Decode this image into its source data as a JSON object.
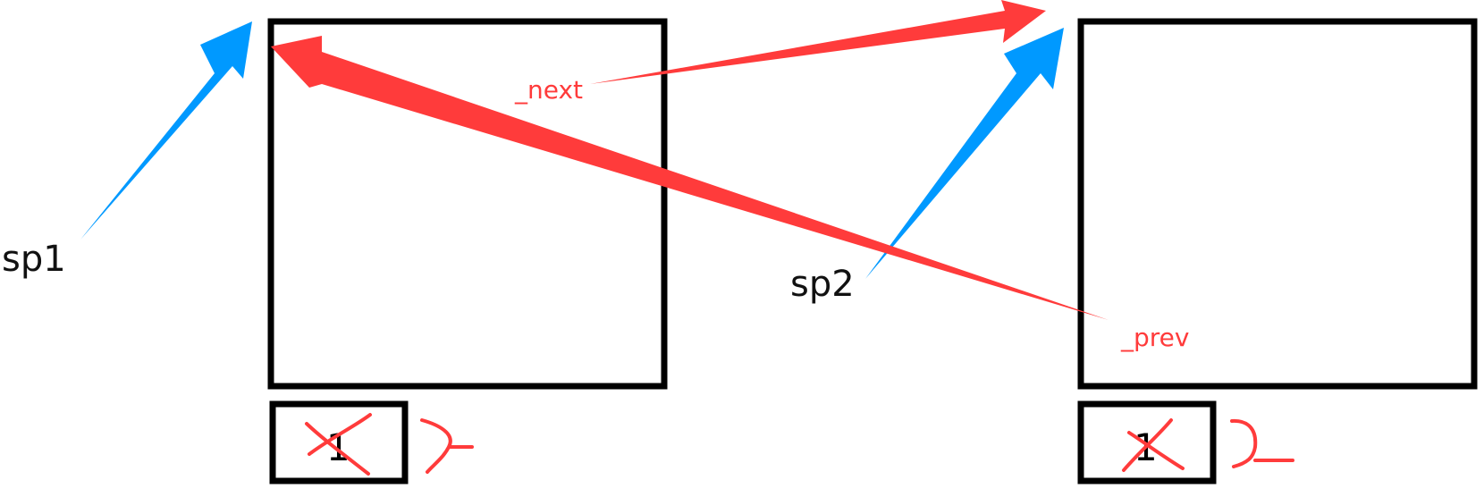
{
  "labels": {
    "sp1": "sp1",
    "sp2": "sp2",
    "next": "_next",
    "prev": "_prev"
  },
  "nodes": [
    {
      "count": "1"
    },
    {
      "count": "1"
    }
  ],
  "colors": {
    "pointer_arrow": "#0099ff",
    "link_arrow": "#ff3b3b",
    "strike": "#ff3b3b",
    "box_border": "#000000"
  }
}
